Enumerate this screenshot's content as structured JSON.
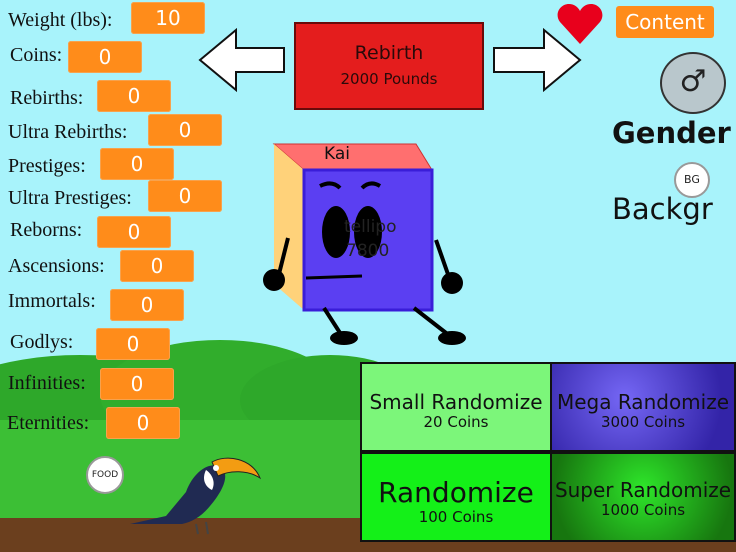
{
  "stats": [
    {
      "label": "Weight (lbs):",
      "value": "10"
    },
    {
      "label": "Coins:",
      "value": "0"
    },
    {
      "label": "Rebirths:",
      "value": "0"
    },
    {
      "label": "Ultra Rebirths:",
      "value": "0"
    },
    {
      "label": "Prestiges:",
      "value": "0"
    },
    {
      "label": "Ultra Prestiges:",
      "value": "0"
    },
    {
      "label": "Reborns:",
      "value": "0"
    },
    {
      "label": "Ascensions:",
      "value": "0"
    },
    {
      "label": "Immortals:",
      "value": "0"
    },
    {
      "label": "Godlys:",
      "value": "0"
    },
    {
      "label": "Infinities:",
      "value": "0"
    },
    {
      "label": "Eternities:",
      "value": "0"
    }
  ],
  "rebirth": {
    "title": "Rebirth",
    "cost": "2000 Pounds"
  },
  "content_label": "Content",
  "gender": {
    "label": "Gender",
    "symbol": "♂"
  },
  "background": {
    "label": "Backgr",
    "badge": "BG"
  },
  "food_badge": "FOOD",
  "character": {
    "name": "Kai",
    "overlay_top": "tellipo",
    "overlay_bottom": "7800"
  },
  "randomize": {
    "small": {
      "title": "Small Randomize",
      "cost": "20 Coins"
    },
    "mega": {
      "title": "Mega Randomize",
      "cost": "3000 Coins"
    },
    "normal": {
      "title": "Randomize",
      "cost": "100 Coins"
    },
    "super": {
      "title": "Super Randomize",
      "cost": "1000 Coins"
    }
  },
  "colors": {
    "sky": "#a8f3fb",
    "orange": "#ff8c1a",
    "rebirth": "#e41d1d",
    "heart": "#e8001c",
    "grass": "#3cbf35",
    "dirt": "#6b3f1e"
  },
  "icons": [
    "left-arrow-icon",
    "right-arrow-icon",
    "heart-icon",
    "male-symbol-icon",
    "bg-refresh-icon",
    "food-refresh-icon",
    "toucan-icon"
  ]
}
